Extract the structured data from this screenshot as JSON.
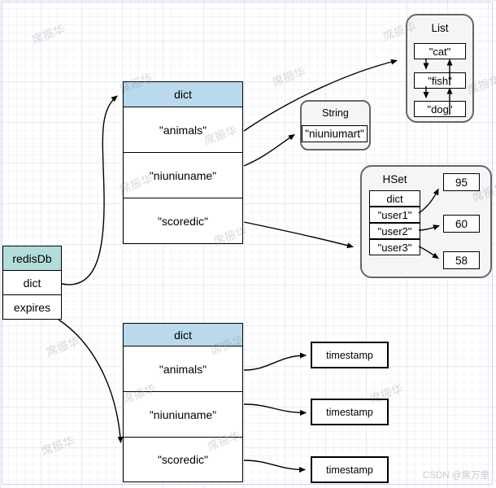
{
  "redisdb": {
    "title": "redisDb",
    "rows": [
      "dict",
      "expires"
    ]
  },
  "dict_top": {
    "title": "dict",
    "rows": [
      "\"animals\"",
      "\"niuniuname\"",
      "\"scoredic\""
    ]
  },
  "dict_bottom": {
    "title": "dict",
    "rows": [
      "\"animals\"",
      "\"niuniuname\"",
      "\"scoredic\""
    ]
  },
  "string_group": {
    "title": "String",
    "value": "\"niuniumart\""
  },
  "list_group": {
    "title": "List",
    "items": [
      "\"cat\"",
      "\"fish\"",
      "\"dog\""
    ]
  },
  "hset_group": {
    "title": "HSet",
    "fields": [
      "dict",
      "\"user1\"",
      "\"user2\"",
      "\"user3\""
    ],
    "values": [
      "95",
      "60",
      "58"
    ]
  },
  "timestamps": [
    "timestamp",
    "timestamp",
    "timestamp"
  ],
  "watermark": {
    "text": "席振华"
  },
  "credit": {
    "text": "CSDN @席万里"
  },
  "colors": {
    "dict_header": "#b9d9ec",
    "redisdb_header": "#b3dcdc",
    "container_fill": "#f5f5f5",
    "container_border": "#666666",
    "shape_border": "#000000",
    "grid_major": "#e8eaf3",
    "grid_minor": "#f4f5fa",
    "page_border": "#c9d2f0",
    "watermark_color": "#7d808c",
    "credit_color": "#c9c9d2"
  }
}
